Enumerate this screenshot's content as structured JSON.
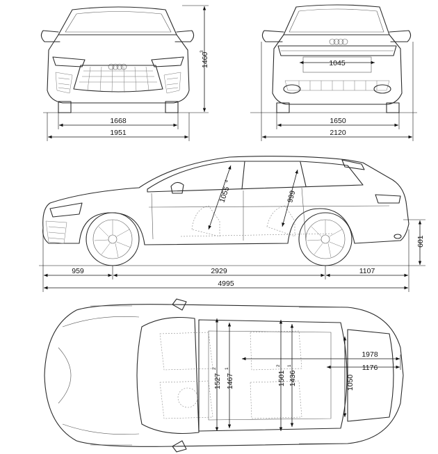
{
  "front_view": {
    "height": "1460",
    "height_note": "3",
    "track": "1668",
    "width": "1951"
  },
  "rear_view": {
    "track": "1650",
    "width_mirrors": "2120",
    "tailgate": "1045"
  },
  "side_view": {
    "front_overhang": "959",
    "wheelbase": "2929",
    "rear_overhang": "1107",
    "length": "4995",
    "rear_height": "601",
    "front_headroom": "1055",
    "front_headroom_note": "4",
    "rear_headroom": "999"
  },
  "top_view": {
    "front_shoulder": "1527",
    "front_shoulder_note": "2",
    "front_elbow": "1467",
    "front_elbow_note": "1",
    "rear_shoulder": "1501",
    "rear_shoulder_note": "2",
    "rear_elbow": "1436",
    "rear_elbow_note": "1",
    "cargo_width": "1050",
    "cargo_length": "1978",
    "cargo_length_seats_up": "1176"
  }
}
